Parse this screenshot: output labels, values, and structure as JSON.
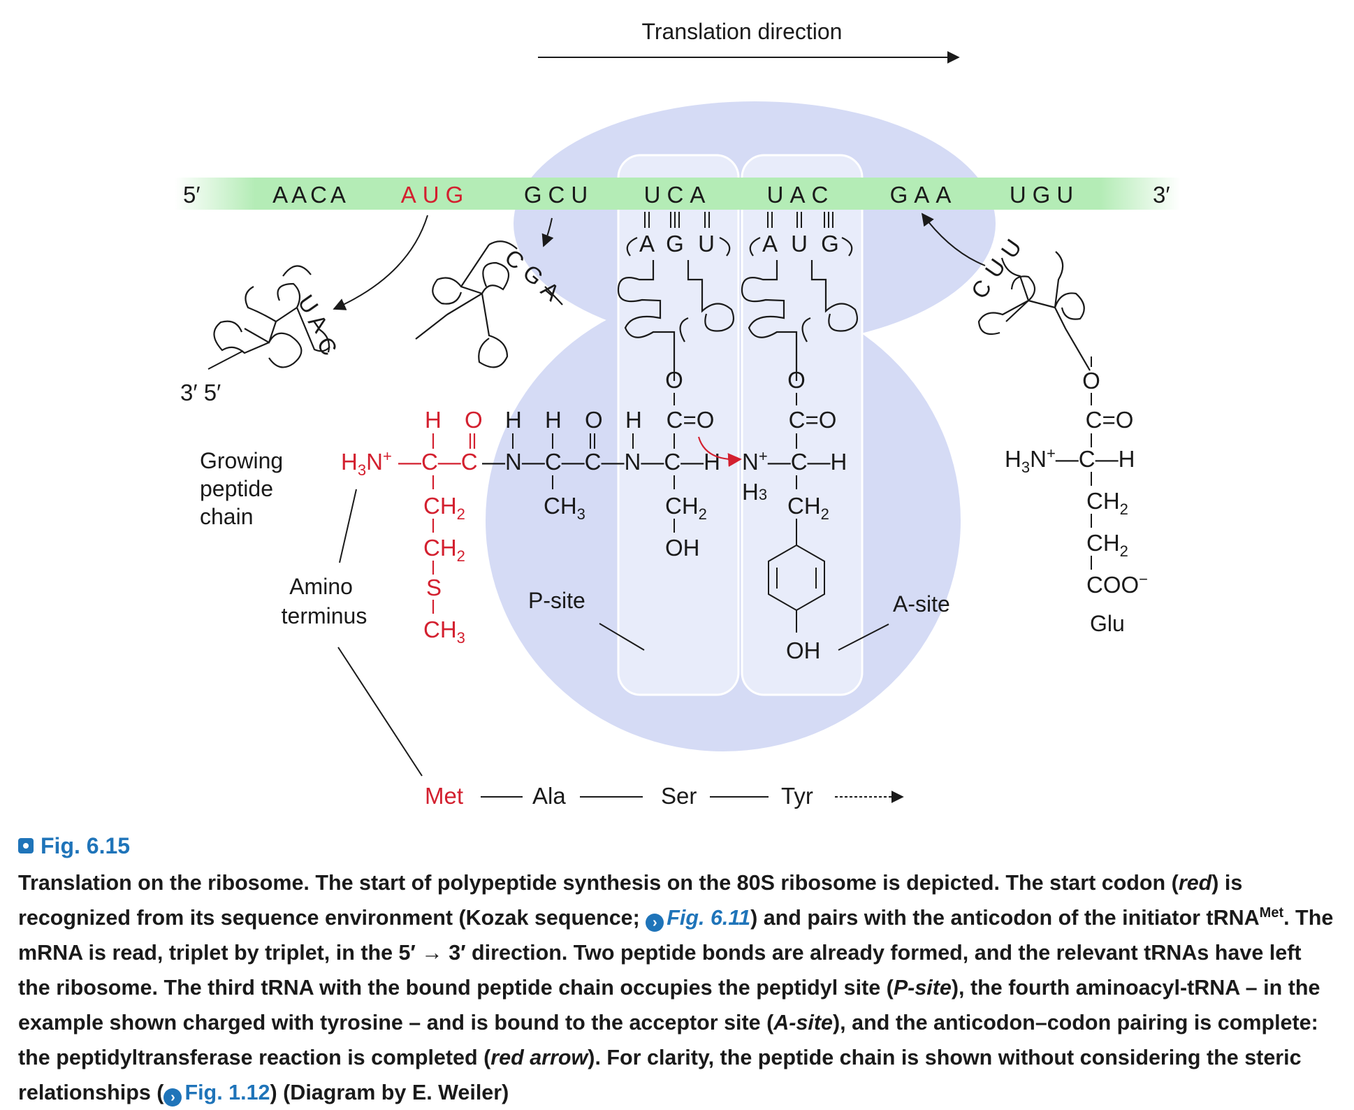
{
  "header": {
    "direction_label": "Translation direction"
  },
  "mrna": {
    "five_prime": "5′",
    "three_prime": "3′",
    "codons": [
      "AACA",
      "AUG",
      "GCU",
      "UCA",
      "UAC",
      "GAA",
      "UGU"
    ],
    "start_codon": "AUG"
  },
  "trnas": {
    "left_anticodon": [
      "U",
      "A",
      "C"
    ],
    "left_ends": "3′ 5′",
    "second_anticodon": [
      "C",
      "G",
      "A"
    ],
    "p_site_anticodon": [
      "A",
      "G",
      "U"
    ],
    "a_site_anticodon": [
      "A",
      "U",
      "G"
    ],
    "incoming_anticodon": [
      "C",
      "U",
      "U"
    ]
  },
  "labels": {
    "growing_peptide_chain": [
      "Growing",
      "peptide",
      "chain"
    ],
    "amino_terminus": [
      "Amino",
      "terminus"
    ],
    "p_site": "P-site",
    "a_site": "A-site",
    "glu": "Glu"
  },
  "peptide_sequence": [
    "Met",
    "Ala",
    "Ser",
    "Tyr"
  ],
  "caption": {
    "fig_label": "Fig. 6.15",
    "p1": "Translation on the ribosome. The start of polypeptide synthesis on the 80S ribosome is depicted. The start codon (",
    "red_word": "red",
    "p2": ") is recognized from its sequence environment (Kozak sequence; ",
    "link1": "Fig. 6.11",
    "p3": ") and pairs with the anticodon of the initiator tRNA",
    "trna_sup": "Met",
    "p4": ". The mRNA is read, triplet by triplet, in the 5′ → 3′ direction. Two peptide bonds are already formed, and the relevant tRNAs have left the ribosome. The third tRNA with the bound peptide chain occupies the peptidyl site (",
    "psite_word": "P-site",
    "p5": "), the fourth aminoacyl-tRNA – in the example shown charged with tyrosine – and is bound to the acceptor site (",
    "asite_word": "A-site",
    "p6": "), and the anticodon–codon pairing is complete: the peptidyltransferase reaction is completed (",
    "red_arrow_word": "red arrow",
    "p7": "). For clarity, the peptide chain is shown without considering the steric relationships (",
    "link2": "Fig. 1.12",
    "p8": ") (Diagram by E. Weiler)"
  },
  "colors": {
    "ribosome": "#d5dbf5",
    "mrna_band": "#b4ecb6",
    "highlight_red": "#d3202f",
    "link_blue": "#1f74b9"
  }
}
